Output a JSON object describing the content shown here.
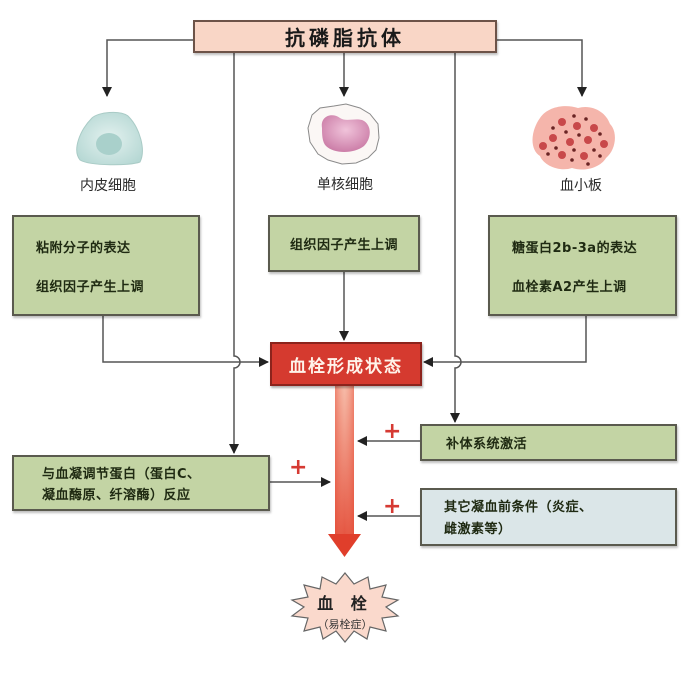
{
  "diagram": {
    "title": "抗磷脂抗体",
    "cells": [
      {
        "id": "endothelial",
        "label": "内皮细胞",
        "icon": "endothelial-cell-icon"
      },
      {
        "id": "monocyte",
        "label": "单核细胞",
        "icon": "monocyte-icon"
      },
      {
        "id": "platelet",
        "label": "血小板",
        "icon": "platelet-icon"
      }
    ],
    "effects": {
      "endothelial": [
        "粘附分子的表达",
        "组织因子产生上调"
      ],
      "monocyte": [
        "组织因子产生上调"
      ],
      "platelet": [
        "糖蛋白2b-3a的表达",
        "血栓素A2产生上调"
      ]
    },
    "central_state": "血栓形成状态",
    "contributors": {
      "coagulation": [
        "与血凝调节蛋白（蛋白C、",
        "凝血酶原、纤溶酶）反应"
      ],
      "complement": "补体系统激活",
      "other": [
        "其它凝血前条件（炎症、",
        "雌激素等）"
      ]
    },
    "plus_sign": "+",
    "outcome": {
      "title": "血 栓",
      "subtitle": "（易栓症）"
    },
    "colors": {
      "title_fill": "#f9d6c6",
      "effect_fill": "#c3d4a4",
      "other_fill": "#dbe6e8",
      "state_fill": "#d53a2f",
      "plus": "#d63a33",
      "outcome_fill": "#fad9cc"
    }
  }
}
